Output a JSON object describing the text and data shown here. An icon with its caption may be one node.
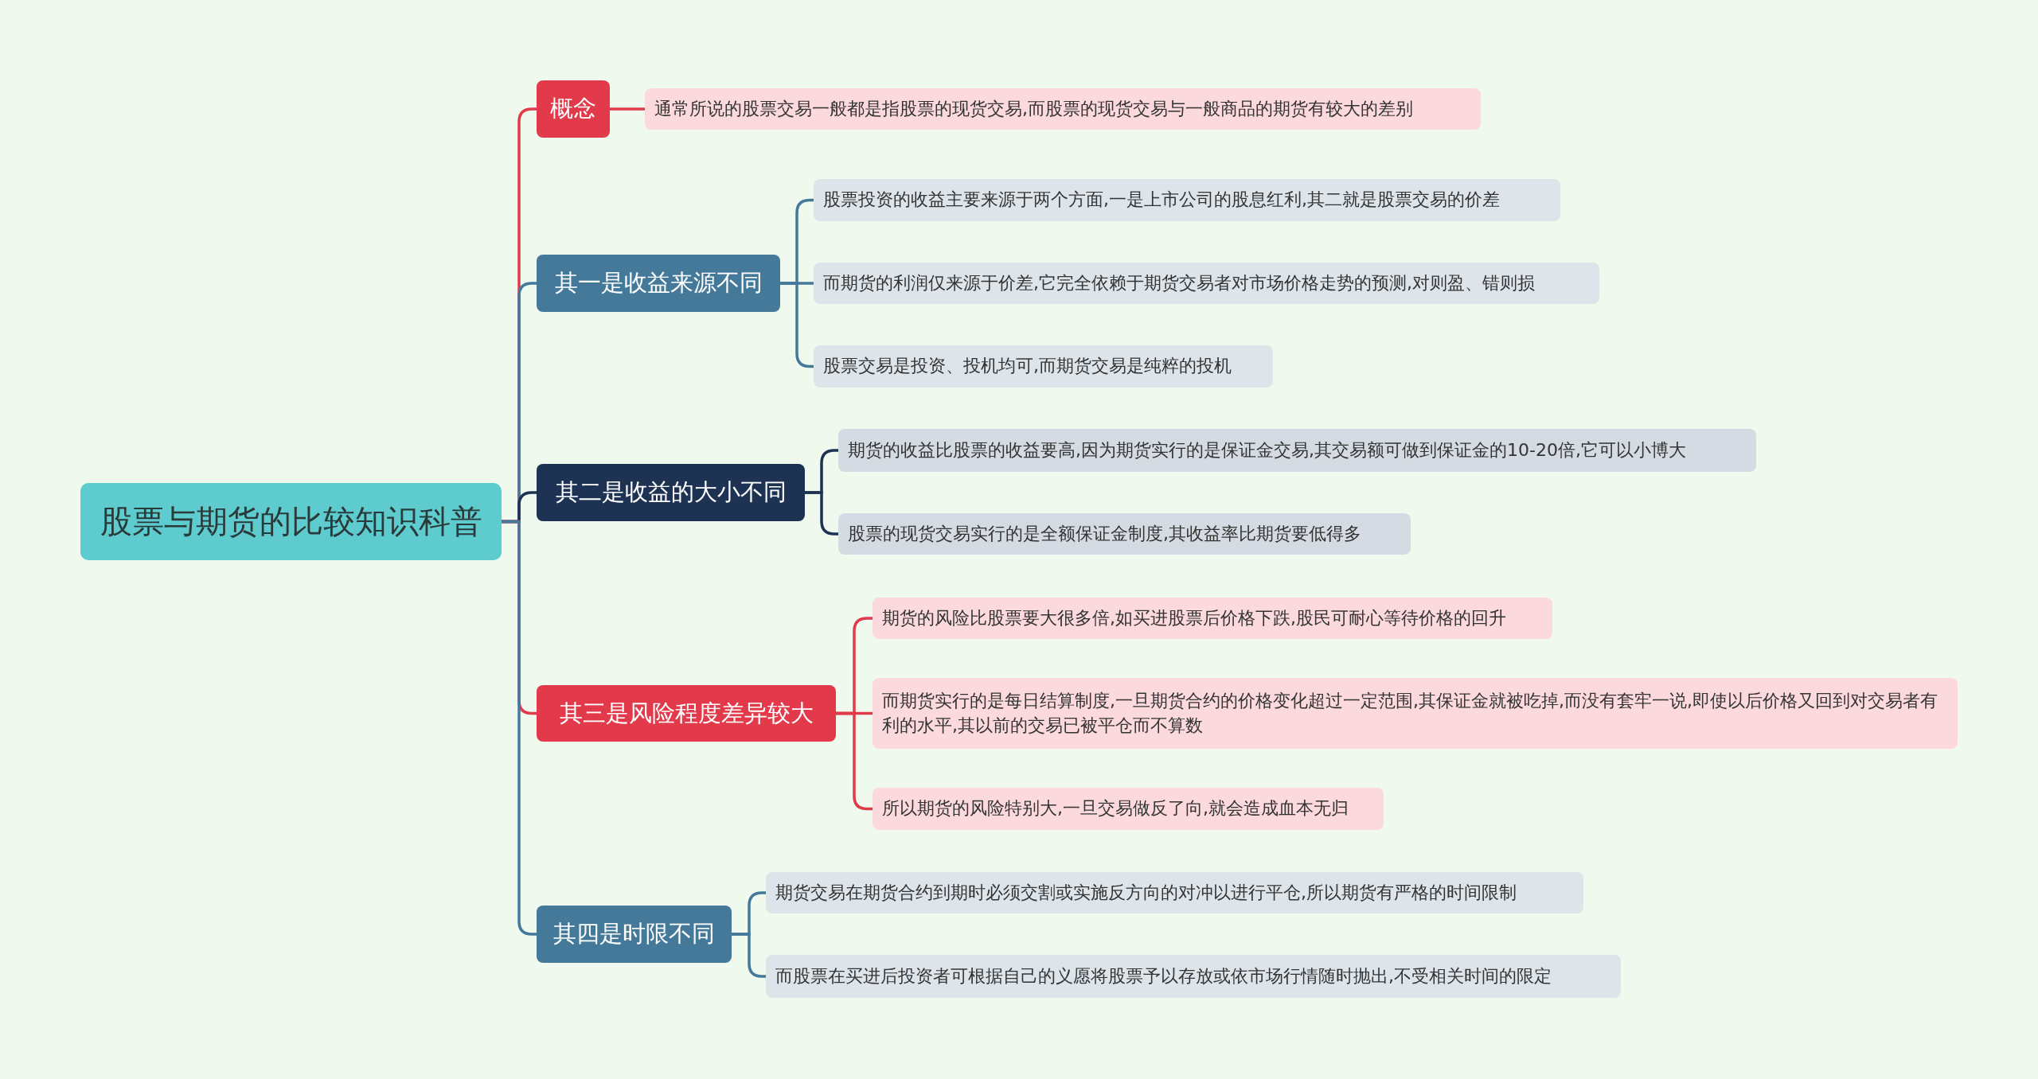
{
  "diagram": {
    "nodes": [
      {
        "text": [
          "股票与期货的比较知识科普"
        ]
      },
      {
        "text": [
          "概念"
        ]
      },
      {
        "text": [
          "通常所说的股票交易一般都是指股票的现货交易,而股票的现货交易与一般商品的期货有较大的差别"
        ]
      },
      {
        "text": [
          "其一是收益来源不同"
        ]
      },
      {
        "text": [
          "股票投资的收益主要来源于两个方面,一是上市公司的股息红利,其二就是股票交易的价差"
        ]
      },
      {
        "text": [
          "而期货的利润仅来源于价差,它完全依赖于期货交易者对市场价格走势的预测,对则盈、错则损"
        ]
      },
      {
        "text": [
          "股票交易是投资、投机均可,而期货交易是纯粹的投机"
        ]
      },
      {
        "text": [
          "其二是收益的大小不同"
        ]
      },
      {
        "text": [
          "期货的收益比股票的收益要高,因为期货实行的是保证金交易,其交易额可做到保证金的10-20倍,它可以小博大"
        ]
      },
      {
        "text": [
          "股票的现货交易实行的是全额保证金制度,其收益率比期货要低得多"
        ]
      },
      {
        "text": [
          "其三是风险程度差异较大"
        ]
      },
      {
        "text": [
          "期货的风险比股票要大很多倍,如买进股票后价格下跌,股民可耐心等待价格的回升"
        ]
      },
      {
        "text": [
          "而期货实行的是每日结算制度,一旦期货合约的价格变化超过一定范围,其保证金就被吃掉,而没有套牢一说,即使以后价格又回到对交易者有利的水平,其以前的交易已被平仓而不算数"
        ]
      },
      {
        "text": [
          "所以期货的风险特别大,一旦交易做反了向,就会造成血本无归"
        ]
      },
      {
        "text": [
          "其四是时限不同"
        ]
      },
      {
        "text": [
          "期货交易在期货合约到期时必须交割或实施反方向的对冲以进行平仓,所以期货有严格的时间限制"
        ]
      },
      {
        "text": [
          "而股票在买进后投资者可根据自己的义愿将股票予以存放或依市场行情随时抛出,不受相关时间的限定"
        ]
      }
    ],
    "edges": [
      {
        "from": 0,
        "to": 1,
        "arrow": "none",
        "color": "#e03a4b"
      },
      {
        "from": 1,
        "to": 2,
        "arrow": "none",
        "color": "#e03a4b"
      },
      {
        "from": 0,
        "to": 3,
        "arrow": "none"
      },
      {
        "from": 3,
        "to": 4,
        "arrow": "none"
      },
      {
        "from": 3,
        "to": 5,
        "arrow": "none"
      },
      {
        "from": 3,
        "to": 6,
        "arrow": "none"
      },
      {
        "from": 0,
        "to": 7,
        "arrow": "none",
        "color": "#1e3354"
      },
      {
        "from": 7,
        "to": 8,
        "arrow": "none",
        "color": "#1e3354"
      },
      {
        "from": 7,
        "to": 9,
        "arrow": "none",
        "color": "#1e3354"
      },
      {
        "from": 0,
        "to": 10,
        "arrow": "none",
        "color": "#e03a4b"
      },
      {
        "from": 10,
        "to": 11,
        "arrow": "none",
        "color": "#e03a4b"
      },
      {
        "from": 10,
        "to": 12,
        "arrow": "none",
        "color": "#e03a4b"
      },
      {
        "from": 10,
        "to": 13,
        "arrow": "none",
        "color": "#e03a4b"
      },
      {
        "from": 0,
        "to": 14,
        "arrow": "none"
      },
      {
        "from": 14,
        "to": 15,
        "arrow": "none"
      },
      {
        "from": 14,
        "to": 16,
        "arrow": "none"
      }
    ]
  }
}
